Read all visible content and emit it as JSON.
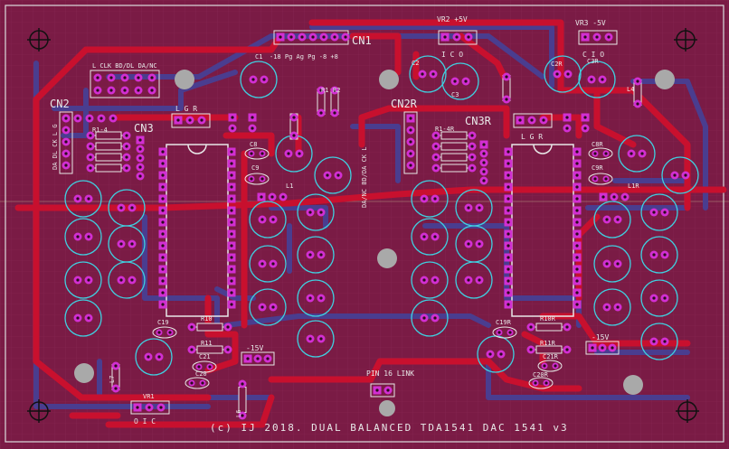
{
  "board": {
    "title": "(c) IJ 2018. DUAL BALANCED TDA1541 DAC  1541 v3",
    "colors": {
      "background": "#7a1b45",
      "grid": "#8a2a55",
      "outline": "#e0e0e0",
      "trace_red": "#c8102e",
      "trace_blue": "#4a3a8a",
      "pad": "#d22fd2",
      "hole": "#2b0a1c",
      "silk": "#e8e8e8",
      "cyan": "#3fd0e0",
      "mount": "#a7a7a7"
    }
  },
  "labels": {
    "cn1": "CN1",
    "cn1_pins": "-18 Pg Ag Pg -8 +8",
    "c1": "C1",
    "vr2": "VR2 +5V",
    "vr3": "VR3 -5V",
    "ico_mid": "I C O",
    "cio_right": "C I O",
    "c2": "C2",
    "c3": "C3",
    "c2r": "C2R",
    "c3r": "C3R",
    "cn2": "CN2",
    "cn2_hdr": "L CLK BD/DL DA/NC",
    "cn2_side": "DA DL CK L G",
    "cn3": "CN3",
    "lgr_left": "L G R",
    "r1_4": "R1-4",
    "cn2r": "CN2R",
    "cn2r_side": "DA/NC BD/DA CK L",
    "r1_4r": "R1-4R",
    "cn3r": "CN3R",
    "lgr_right": "L G R",
    "c8": "C8",
    "c9": "C9",
    "c8r": "C8R",
    "c9r": "C9R",
    "l1": "L1",
    "l1r": "L1R",
    "r1": "R1",
    "r2": "R2",
    "l4": "L4",
    "c19": "C19",
    "r10": "R10",
    "r11": "R11",
    "c21": "C21",
    "c20": "C20",
    "m15v": "-15V",
    "c19r": "C19R",
    "r10r": "R10R",
    "r11r": "R11R",
    "c21r": "C21R",
    "c20r": "C20R",
    "m15v_r": "-15V",
    "pin16": "PIN 16 LINK",
    "vr1": "VR1",
    "oic": "O I C",
    "l7": "L7",
    "l6": "L6"
  }
}
